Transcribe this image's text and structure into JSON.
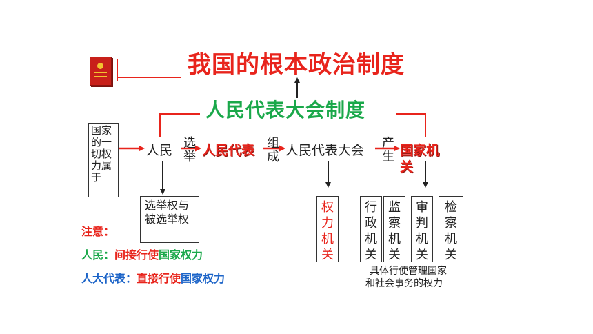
{
  "title": "我国的根本政治制度",
  "subtitle": "人民代表大会制度",
  "source_box": "国家的一切权力属于",
  "flow": {
    "people": "人民",
    "elect": "选举",
    "deputies": "人民代表",
    "compose": "组成",
    "congress": "人民代表大会",
    "produce": "产生",
    "state_organs": "国家机关"
  },
  "rights_box": "选举权与被选举权",
  "power_organ": "权力机关",
  "organs": [
    "行政机关",
    "监察机关",
    "审判机关",
    "检察机关"
  ],
  "organs_caption_line1": "具体行使管理国家",
  "organs_caption_line2": "和社会事务的权力",
  "notes": {
    "heading": "注意：",
    "people_label": "人民：",
    "people_mode": "间接行使",
    "people_power": "国家权力",
    "deputy_label": "人大代表：",
    "deputy_mode": "直接行使",
    "deputy_power": "国家权力"
  },
  "colors": {
    "red": "#e8241c",
    "green": "#1aa84a",
    "blue": "#1c64c8"
  },
  "icons": {
    "constitution": "constitution-book-icon"
  }
}
